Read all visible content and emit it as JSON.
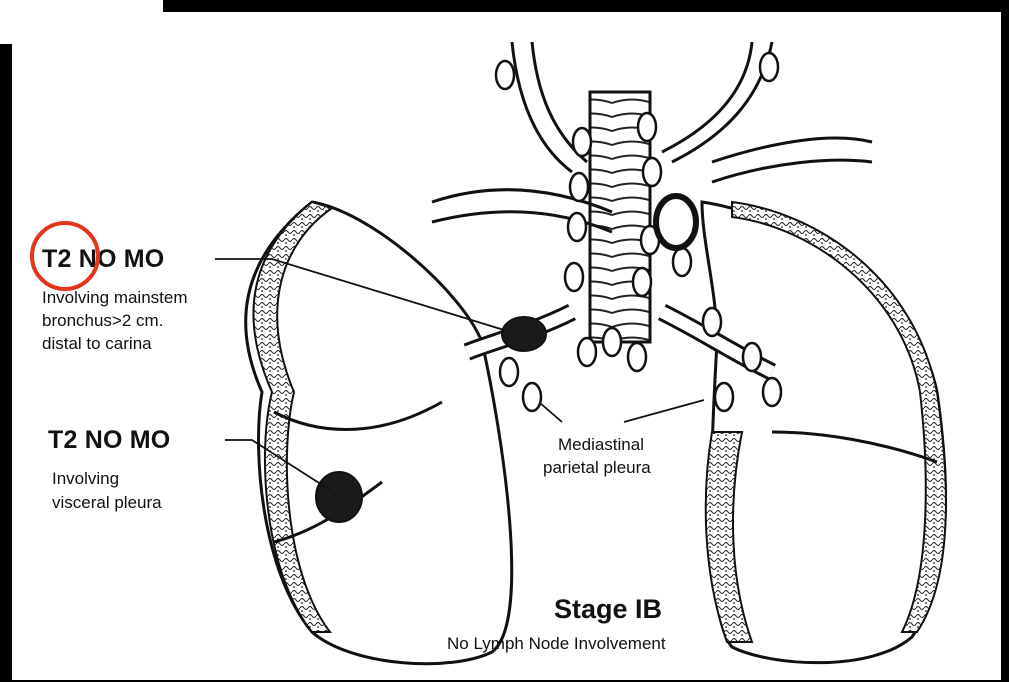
{
  "labels": {
    "tumor1": {
      "title": "T2 NO MO",
      "lines": [
        "Involving mainstem",
        "bronchus>2 cm.",
        "distal to carina"
      ]
    },
    "tumor2": {
      "title": "T2 NO MO",
      "lines": [
        "Involving",
        "visceral pleura"
      ]
    },
    "pleura": {
      "lines": [
        "Mediastinal",
        "parietal pleura"
      ]
    },
    "stage": {
      "title": "Stage IB",
      "subtitle": "No Lymph Node Involvement"
    }
  },
  "highlight_color": "#e5341d"
}
